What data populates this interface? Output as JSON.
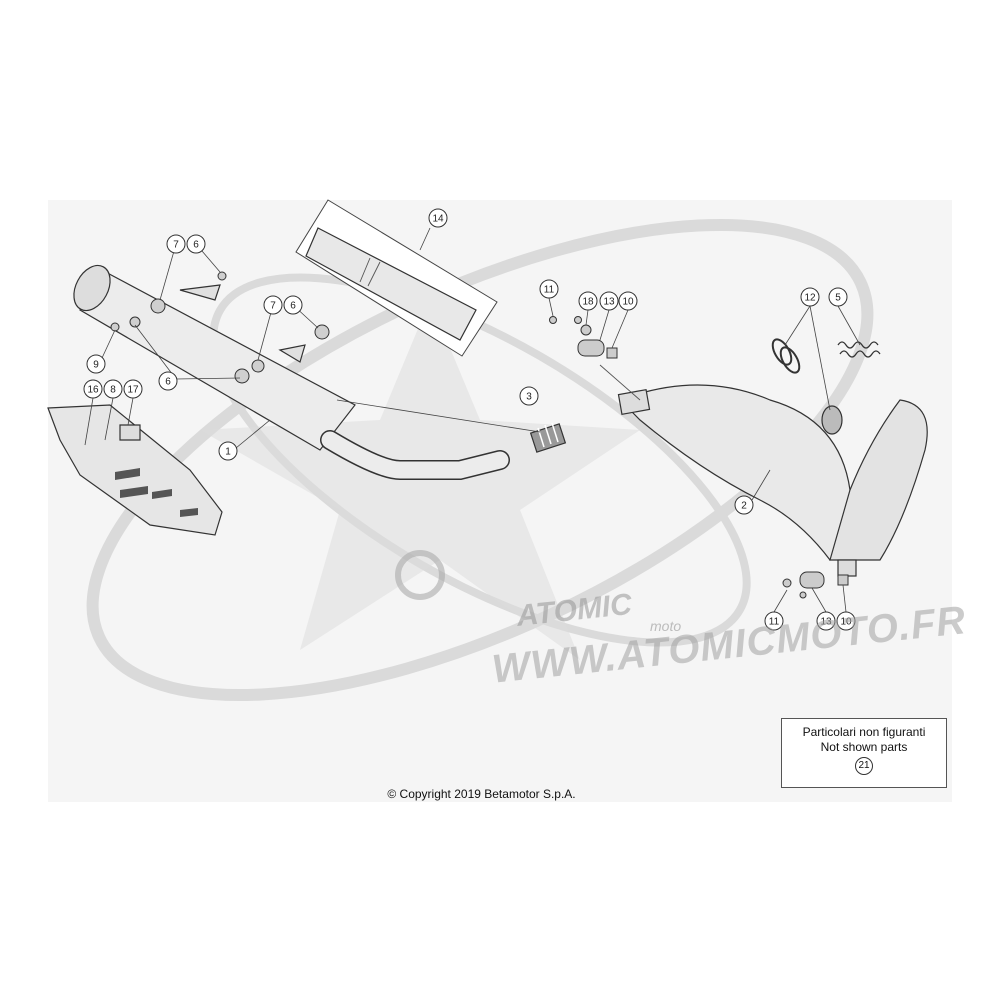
{
  "diagram": {
    "callouts": [
      "14",
      "7",
      "6",
      "7",
      "6",
      "9",
      "6",
      "1",
      "16",
      "8",
      "17",
      "3",
      "11",
      "18",
      "13",
      "10",
      "12",
      "5",
      "2",
      "11",
      "13",
      "10"
    ]
  },
  "note_box": {
    "line1": "Particolari non figuranti",
    "line2": "Not shown parts",
    "number": "21"
  },
  "watermark": {
    "brand": "ATOMIC",
    "sub": "moto",
    "url": "WWW.ATOMICMOTO.FR"
  },
  "copyright": "© Copyright 2019 Betamotor S.p.A.",
  "colors": {
    "panel": "#f5f5f5",
    "line": "#333333",
    "watermark": "#a0a0a0"
  }
}
